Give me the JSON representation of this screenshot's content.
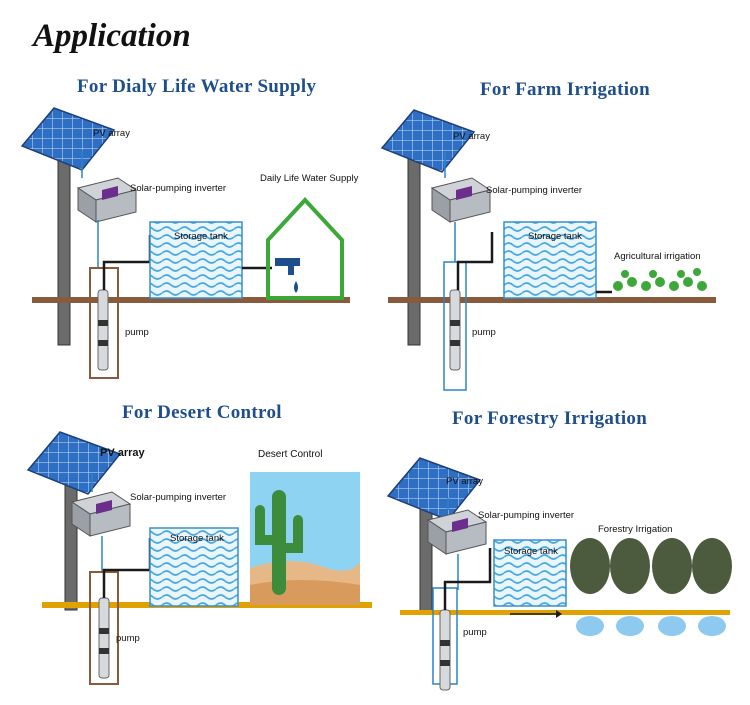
{
  "header": {
    "title": "Application"
  },
  "panels": [
    {
      "title": "For Dialy Life Water Supply",
      "labels": {
        "pv": "PV array",
        "inverter": "Solar-pumping inverter",
        "tank": "Storage tank",
        "pump": "pump",
        "target": "Daily Life Water Supply"
      }
    },
    {
      "title": "For Farm Irrigation",
      "labels": {
        "pv": "PV array",
        "inverter": "Solar-pumping inverter",
        "tank": "Storage tank",
        "pump": "pump",
        "target": "Agricultural irrigation"
      }
    },
    {
      "title": "For Desert Control",
      "labels": {
        "pv": "PV array",
        "inverter": "Solar-pumping inverter",
        "tank": "Storage tank",
        "pump": "pump",
        "target": "Desert Control"
      }
    },
    {
      "title": "For Forestry Irrigation",
      "labels": {
        "pv": "PV array",
        "inverter": "Solar-pumping inverter",
        "tank": "Storage tank",
        "pump": "pump",
        "target": "Forestry Irrigation"
      }
    }
  ],
  "colors": {
    "title_blue": "#1f4e8c",
    "ground_brown": "#8a5a3c",
    "ground_gold": "#e0a200",
    "panel_blue": "#2f6fc3",
    "pipe": "#1a1a1a",
    "water": "#7fc4ea",
    "house_green": "#3da83a"
  }
}
